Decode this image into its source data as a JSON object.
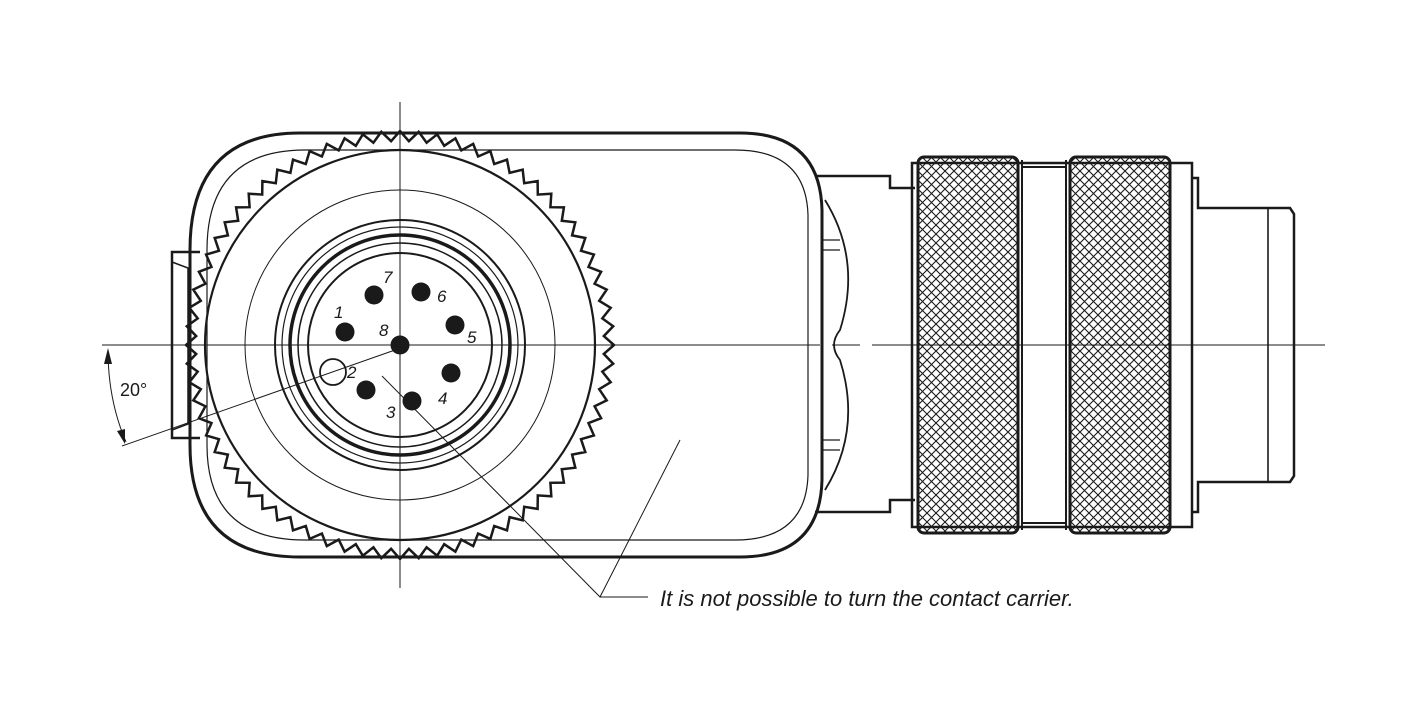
{
  "angle": {
    "label": "20°"
  },
  "note": {
    "text": "It is not possible to turn the contact carrier."
  },
  "pins": [
    {
      "id": 1,
      "label": "1"
    },
    {
      "id": 2,
      "label": "2"
    },
    {
      "id": 3,
      "label": "3"
    },
    {
      "id": 4,
      "label": "4"
    },
    {
      "id": 5,
      "label": "5"
    },
    {
      "id": 6,
      "label": "6"
    },
    {
      "id": 7,
      "label": "7"
    },
    {
      "id": 8,
      "label": "8"
    }
  ],
  "colors": {
    "line": "#1a1a1a",
    "background": "#ffffff"
  }
}
